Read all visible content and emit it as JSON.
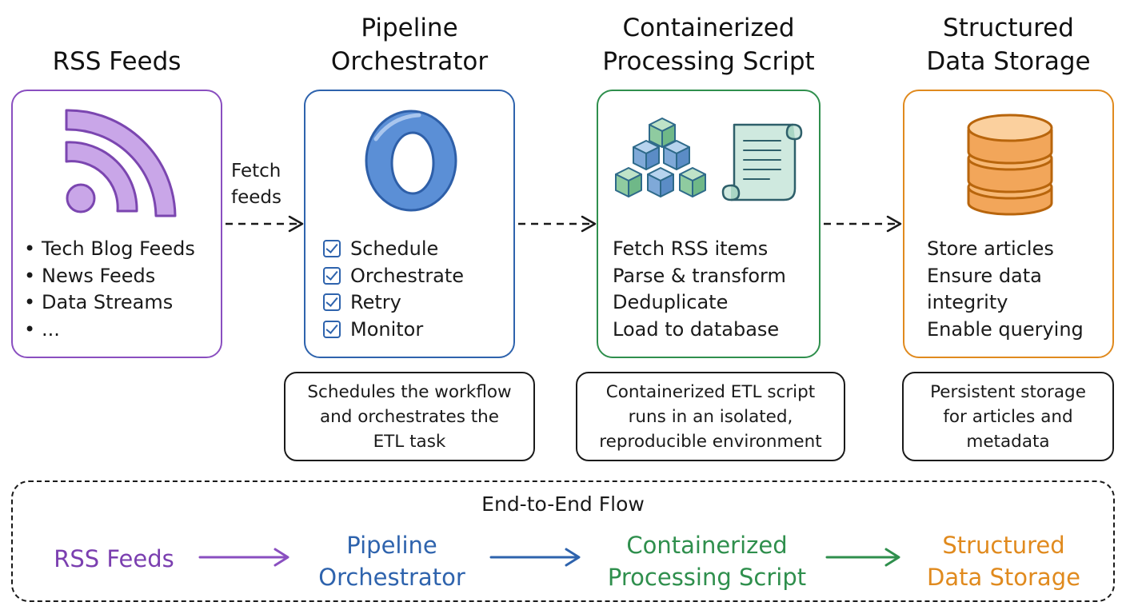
{
  "stages": {
    "rss": {
      "title": "RSS Feeds",
      "items": [
        "Tech Blog Feeds",
        "News Feeds",
        "Data Streams",
        "..."
      ],
      "color": "#8a4fc0",
      "icon": "rss-icon"
    },
    "orchestrator": {
      "title": "Pipeline\nOrchestrator",
      "items": [
        "Schedule",
        "Orchestrate",
        "Retry",
        "Monitor"
      ],
      "color": "#2e63ad",
      "icon": "orchestrator-logo-icon"
    },
    "processing": {
      "title": "Containerized\nProcessing Script",
      "items": [
        "Fetch RSS items",
        "Parse & transform",
        "Deduplicate",
        "Load to database"
      ],
      "color": "#2f8f4d",
      "icons": [
        "container-cubes-icon",
        "script-scroll-icon"
      ]
    },
    "storage": {
      "title": "Structured\nData Storage",
      "items": [
        "Store articles",
        "Ensure data",
        "integrity",
        "Enable querying"
      ],
      "color": "#e08a1e",
      "icon": "database-icon"
    }
  },
  "arrows": {
    "fetch_label": "Fetch\nfeeds"
  },
  "notes": {
    "orchestrator": "Schedules the workflow\nand orchestrates the\nETL task",
    "processing": "Containerized ETL script\nruns in an isolated,\nreproducible environment",
    "storage": "Persistent storage\nfor articles and\nmetadata"
  },
  "flow": {
    "title": "End-to-End Flow",
    "items": [
      "RSS Feeds",
      "Pipeline\nOrchestrator",
      "Containerized\nProcessing Script",
      "Structured\nData Storage"
    ]
  }
}
